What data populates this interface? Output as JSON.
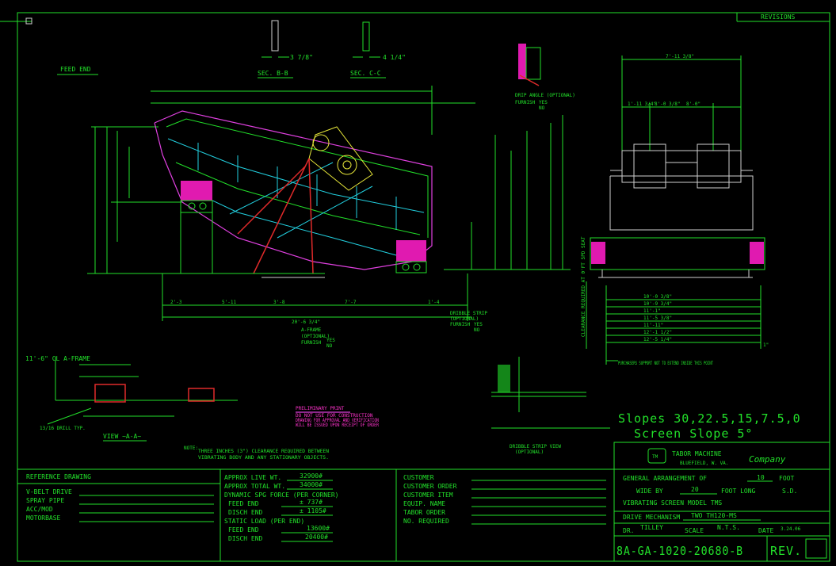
{
  "revisions_label": "REVISIONS",
  "views": {
    "feed_end": "FEED END",
    "sec_bb": "SEC. B-B",
    "sec_cc": "SEC. C-C",
    "bar_bb_size": "3 7/8\"",
    "bar_cc_size": "4 1/4\"",
    "view_aa": "VIEW ~A-A~",
    "aframe_height": "11'-6\" CL A-FRAME",
    "drill": "13/16 DRILL TYP."
  },
  "side_view_dims": {
    "overall": "20'-6 3/4\"",
    "seg1": "2'-3",
    "seg2": "5'-11",
    "seg3": "3'-8",
    "seg4": "7'-7",
    "seg5": "1'-4"
  },
  "aframe_note": [
    "A-FRAME",
    "(OPTIONAL)",
    "FURNISH",
    "YES",
    "NO"
  ],
  "dribble_note": [
    "DRIBBLE STRIP",
    "(OPTIONAL)",
    "FURNISH",
    "YES",
    "NO"
  ],
  "drip_note": [
    "DRIP ANGLE (OPTIONAL)",
    "FURNISH",
    "YES",
    "NO"
  ],
  "end_view_dims": {
    "top": "7'-11 3/8\"",
    "left": "1'-11 3/4\"",
    "mid": "8'-0 3/8\"",
    "right": "8'-0\"",
    "widths": [
      "10'-0 3/8\"",
      "10'-9 3/4\"",
      "11'-1\"",
      "11'-5 3/8\"",
      "11'-11\"",
      "12'-1 1/2\"",
      "12'-5 1/4\""
    ],
    "clearance": "CLEARANCE REQUIRED AT 0'FT 5PD SEAT",
    "edge": "1\""
  },
  "support_note": "PURCHASERS SUPPORT NOT TO EXTEND INSIDE THIS POINT",
  "prelim": {
    "title": "PRELIMINARY PRINT",
    "lines": [
      "DO NOT USE FOR CONSTRUCTION",
      "DRAWING FOR APPROVAL AND VERIFICATION",
      "WILL BE ISSUED UPON RECEIPT OF ORDER"
    ]
  },
  "note": {
    "label": "NOTE:",
    "lines": [
      "THREE INCHES (3\") CLEARANCE REQUIRED BETWEEN",
      "VIBRATING BODY AND ANY STATIONARY OBJECTS."
    ]
  },
  "dribble_view": [
    "DRIBBLE STRIP VIEW",
    "(OPTIONAL)"
  ],
  "slopes": "Slopes 30,22.5,15,7.5,0",
  "screen_slope": "Screen Slope 5°",
  "company": {
    "tm": "TM",
    "name": "TABOR MACHINE",
    "script": "Company",
    "location": "BLUEFIELD, W. VA."
  },
  "reference": {
    "title": "REFERENCE DRAWING",
    "items": [
      "V-BELT DRIVE",
      "SPRAY PIPE",
      "ACC/MOD",
      "MOTORBASE"
    ]
  },
  "weights": {
    "live_label": "APPROX LIVE WT.",
    "live_value": "32900#",
    "total_label": "APPROX TOTAL WT.",
    "total_value": "34000#",
    "dynamic_label": "DYNAMIC SPG FORCE (PER CORNER)",
    "feed_label": "FEED END",
    "feed_dyn": "± 737#",
    "disch_label": "DISCH END",
    "disch_dyn": "± 1105#",
    "static_label": "STATIC LOAD (PER END)",
    "feed_static": "13600#",
    "disch_static": "20400#"
  },
  "customer_fields": [
    "CUSTOMER",
    "CUSTOMER ORDER",
    "CUSTOMER ITEM",
    "EQUIP. NAME",
    "TABOR ORDER",
    "NO. REQUIRED"
  ],
  "title_block": {
    "line1_a": "GENERAL ARRANGEMENT OF",
    "width_value": "10",
    "line1_b": "FOOT",
    "line2_a": "WIDE BY",
    "length_value": "20",
    "line2_b": "FOOT LONG",
    "line2_c": "S.D.",
    "line3": "VIBRATING SCREEN MODEL TMS",
    "drive_label": "DRIVE MECHANISM",
    "drive_value": "TWO TH120-MS",
    "dr_label": "DR.",
    "dr_value": "TILLEY",
    "scale_label": "SCALE",
    "scale_value": "N.T.S.",
    "date_label": "DATE",
    "date_value": "3.24.06",
    "drawing_number": "8A-GA-1020-20680-B",
    "rev_label": "REV."
  }
}
